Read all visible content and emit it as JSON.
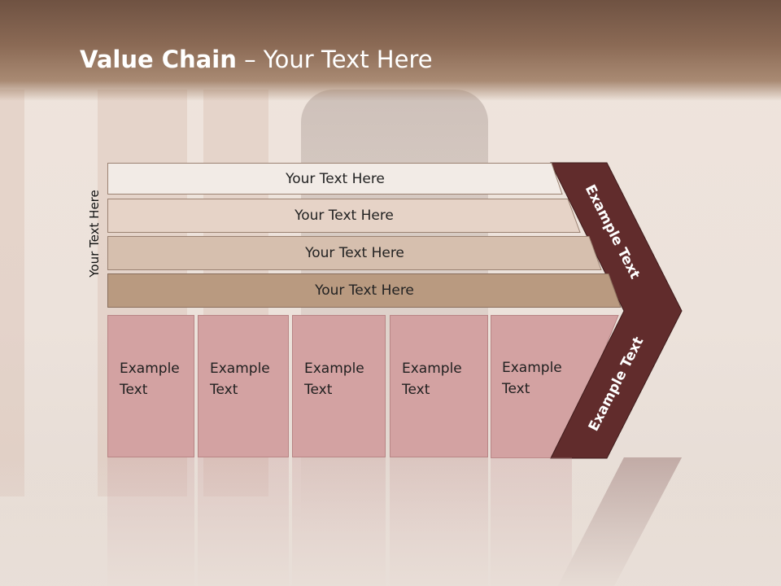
{
  "slide": {
    "title_bold": "Value Chain",
    "title_rest": " – Your Text Here"
  },
  "side_label": "Your Text Here",
  "rows": [
    {
      "label": "Your Text Here"
    },
    {
      "label": "Your Text Here"
    },
    {
      "label": "Your Text Here"
    },
    {
      "label": "Your Text Here"
    }
  ],
  "columns": [
    {
      "line1": "Example",
      "line2": "Text"
    },
    {
      "line1": "Example",
      "line2": "Text"
    },
    {
      "line1": "Example",
      "line2": "Text"
    },
    {
      "line1": "Example",
      "line2": "Text"
    },
    {
      "line1": "Example",
      "line2": "Text"
    }
  ],
  "chevron": {
    "upper_label": "Example Text",
    "lower_label": "Example Text"
  },
  "colors": {
    "header": "#8b6a55",
    "row1": "#f2ebe6",
    "row2": "#e6d3c7",
    "row3": "#d6bfae",
    "row4": "#b99a80",
    "column": "#d3a2a2",
    "chevron": "#612c2c"
  }
}
